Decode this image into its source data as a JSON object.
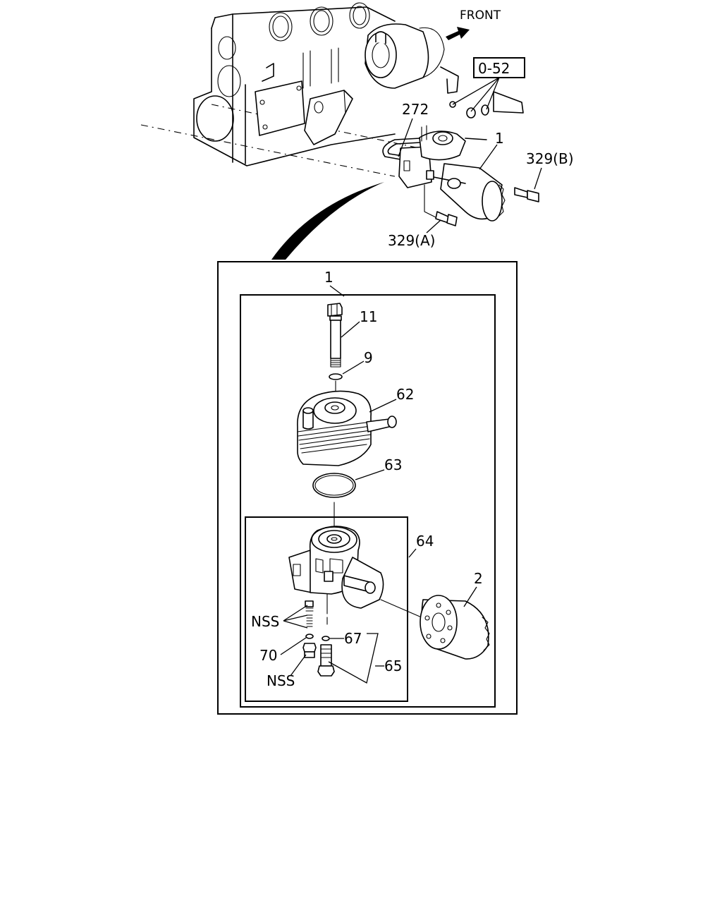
{
  "direction_label": "FRONT",
  "reference_box": "0-52",
  "overview_labels": {
    "p272": "272",
    "p1": "1",
    "p329b": "329(B)",
    "p329a": "329(A)"
  },
  "detail_labels": {
    "p1": "1",
    "p11": "11",
    "p9": "9",
    "p62": "62",
    "p63": "63",
    "p64": "64",
    "p2": "2",
    "nss_a": "NSS",
    "p67": "67",
    "p70": "70",
    "p65": "65",
    "nss_b": "NSS"
  }
}
